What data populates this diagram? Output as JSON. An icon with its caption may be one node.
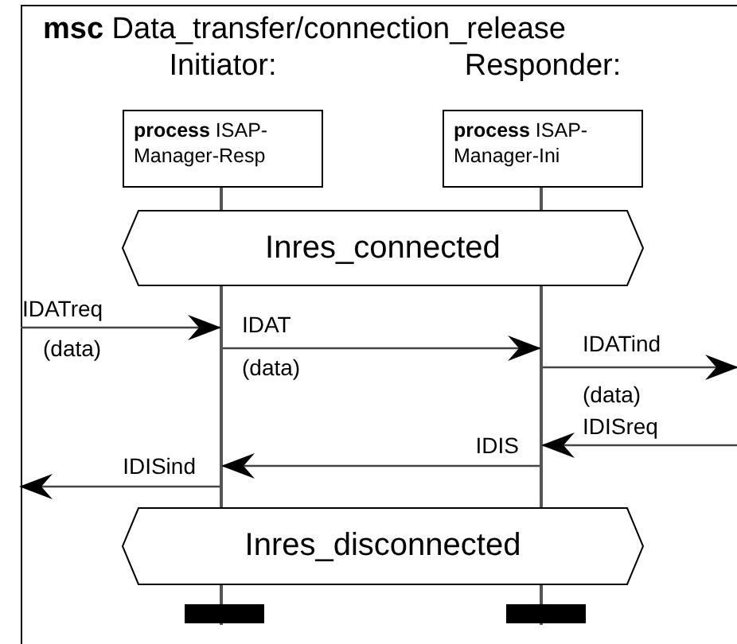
{
  "diagram": {
    "nodes": [
      {
        "text": [
          "**msc** Data_transfer/connection_release"
        ]
      },
      {
        "text": [
          "Initiator:",
          "**process** ISAP-Manager-Resp"
        ],
        "in": 0
      },
      {
        "text": [
          "Responder:",
          "**process** ISAP-Manager-Ini"
        ],
        "in": 0
      },
      {
        "text": [
          "Inres_connected"
        ],
        "in": 0
      },
      {
        "text": [
          "Inres_disconnected"
        ],
        "in": 0
      },
      {
        "text": [],
        "shape": "line",
        "in": 0
      },
      {
        "text": [],
        "shape": "line",
        "in": 0
      }
    ],
    "edges": [
      {
        "from": null,
        "to": 5,
        "arrow": "to",
        "label": "IDATreq"
      },
      {
        "from": 5,
        "to": 6,
        "arrow": "to",
        "label": "IDAT"
      },
      {
        "from": 6,
        "to": null,
        "arrow": "to",
        "label": "IDATind"
      },
      {
        "from": null,
        "to": 6,
        "arrow": "to",
        "label": "IDISreq"
      },
      {
        "from": 6,
        "to": 5,
        "arrow": "to",
        "label": "IDIS"
      },
      {
        "from": 5,
        "to": null,
        "arrow": "to",
        "label": "IDISind"
      }
    ],
    "labels": [
      "(data)",
      "(data)",
      "(data)"
    ]
  }
}
